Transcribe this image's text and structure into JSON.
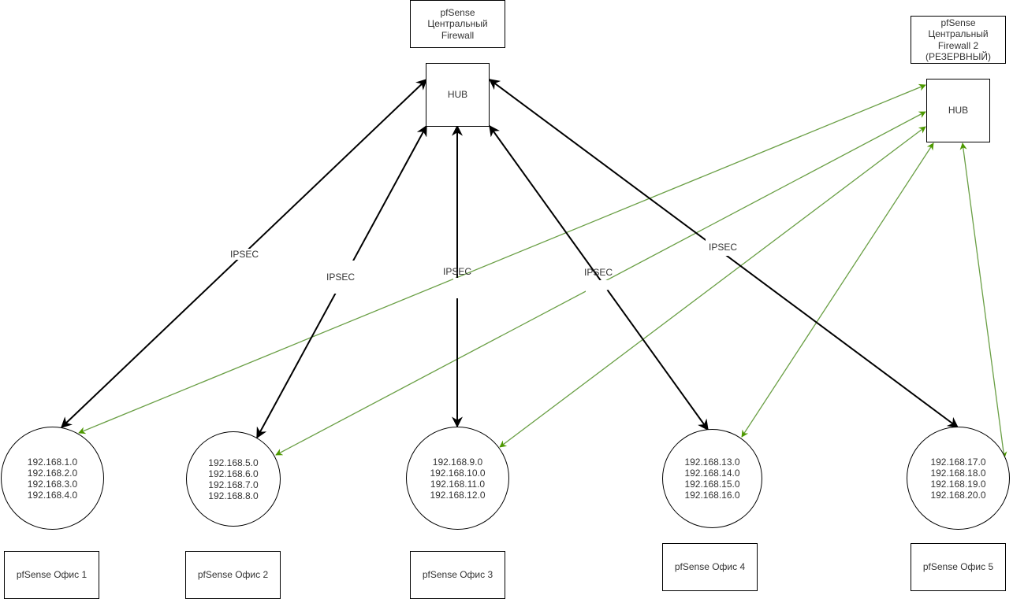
{
  "diagram": {
    "central_firewall": {
      "label_lines": [
        "pfSense",
        "Центральный",
        "Firewall"
      ],
      "hub_label": "HUB"
    },
    "backup_firewall": {
      "label_lines": [
        "pfSense",
        "Центральный",
        "Firewall 2",
        "(РЕЗЕРВНЫЙ)"
      ],
      "hub_label": "HUB"
    },
    "tunnel_label": "IPSEC",
    "colors": {
      "primary_link": "#000000",
      "backup_link": "#4d9900",
      "backup_link_line": "#6a9f45"
    },
    "offices": [
      {
        "name": "pfSense Офис 1",
        "networks": [
          "192.168.1.0",
          "192.168.2.0",
          "192.168.3.0",
          "192.168.4.0"
        ]
      },
      {
        "name": "pfSense Офис 2",
        "networks": [
          "192.168.5.0",
          "192.168.6.0",
          "192.168.7.0",
          "192.168.8.0"
        ]
      },
      {
        "name": "pfSense Офис 3",
        "networks": [
          "192.168.9.0",
          "192.168.10.0",
          "192.168.11.0",
          "192.168.12.0"
        ]
      },
      {
        "name": "pfSense Офис 4",
        "networks": [
          "192.168.13.0",
          "192.168.14.0",
          "192.168.15.0",
          "192.168.16.0"
        ]
      },
      {
        "name": "pfSense Офис 5",
        "networks": [
          "192.168.17.0",
          "192.168.18.0",
          "192.168.19.0",
          "192.168.20.0"
        ]
      }
    ]
  }
}
